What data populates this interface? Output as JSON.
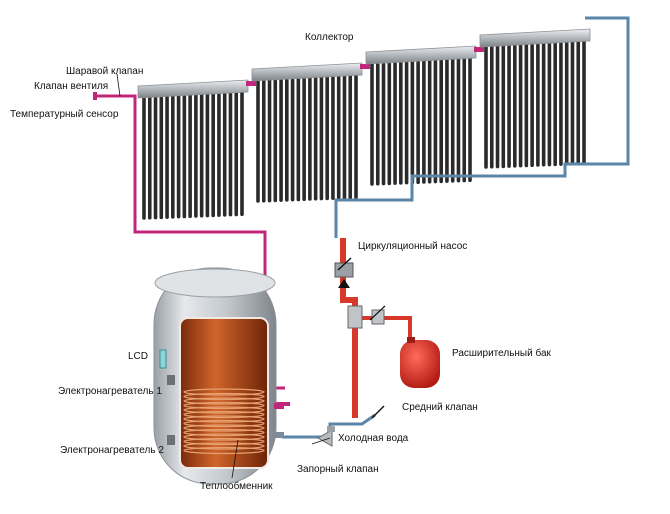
{
  "labels": {
    "collector": "Коллектор",
    "ball_valve": "Шаравой клапан",
    "vent_valve": "Клапан вентиля",
    "temp_sensor": "Температурный сенсор",
    "circ_pump": "Циркуляционный насос",
    "expansion_tank": "Расширительный бак",
    "lcd": "LCD",
    "heater1": "Электронагреватель 1",
    "heater2": "Электронагреватель 2",
    "middle_valve": "Средний клапан",
    "cold_water": "Холодная вода",
    "shutoff_valve": "Запорный клапан",
    "heat_exchanger": "Теплообменник"
  },
  "colors": {
    "hot_pipe": "#c0267a",
    "cold_pipe": "#5a86a8",
    "pump_pipe": "#d8382a",
    "tank_shell": "#c9cdd1",
    "tank_inner": "#b8451a",
    "tube": "#2a2a2a",
    "header": "#b9bec4"
  },
  "panels_count": 4,
  "tubes_per_panel": 18
}
